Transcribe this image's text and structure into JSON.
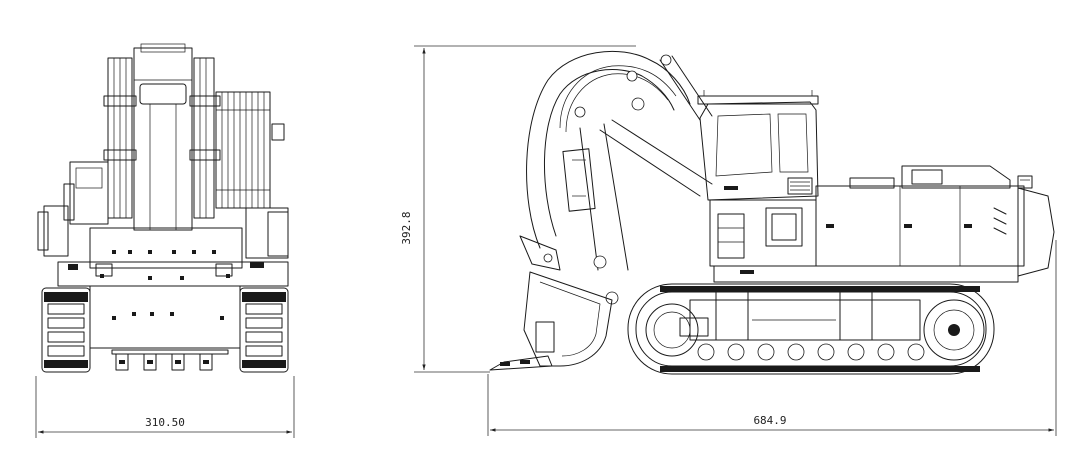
{
  "dimensions": {
    "front_width": "310.50",
    "side_length": "684.9",
    "side_height": "392.8"
  }
}
